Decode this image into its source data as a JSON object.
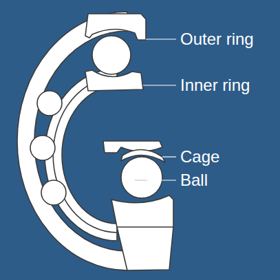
{
  "diagram": {
    "labels": [
      "Outer ring",
      "Inner ring",
      "Cage",
      "Ball"
    ]
  }
}
